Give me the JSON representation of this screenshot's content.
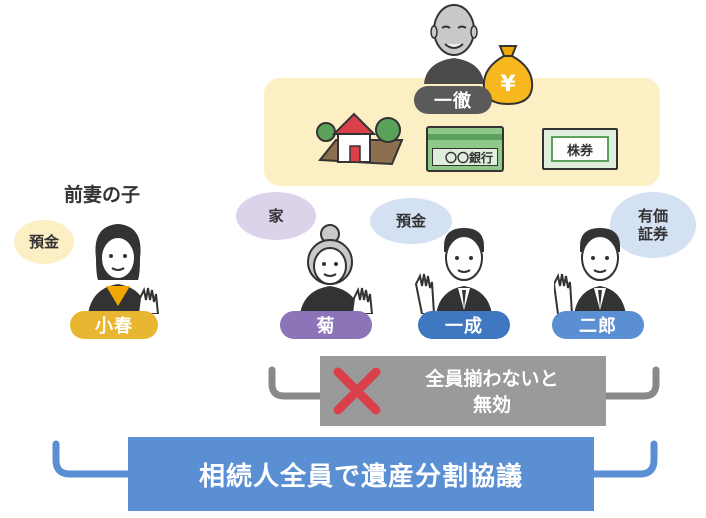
{
  "header": {
    "ex_wife_child_label": "前妻の子"
  },
  "estate": {
    "bank_book_label": "〇〇銀行",
    "stock_label": "株券",
    "money_bag_symbol": "¥"
  },
  "people": {
    "deceased": {
      "name": "一徹",
      "color": "#5a5a5a"
    },
    "koharu": {
      "name": "小春",
      "color": "#e8b630",
      "bubble": "預金",
      "bubble_color": "#fcefc4"
    },
    "kiku": {
      "name": "菊",
      "color": "#8b74b8",
      "bubble": "家",
      "bubble_color": "#dcd3ea"
    },
    "issei": {
      "name": "一成",
      "color": "#3f78c0",
      "bubble": "預金",
      "bubble_color": "#d3e1f3"
    },
    "jiro": {
      "name": "二郎",
      "color": "#5b8fd4",
      "bubble_line1": "有価",
      "bubble_line2": "証券",
      "bubble_color": "#d3e1f3"
    }
  },
  "warning": {
    "line1": "全員揃わないと",
    "line2": "無効"
  },
  "main": {
    "label": "相続人全員で遺産分割協議"
  },
  "colors": {
    "bracket": "#5b8fd4",
    "warn_bracket": "#888888",
    "cross": "#d9404a"
  }
}
